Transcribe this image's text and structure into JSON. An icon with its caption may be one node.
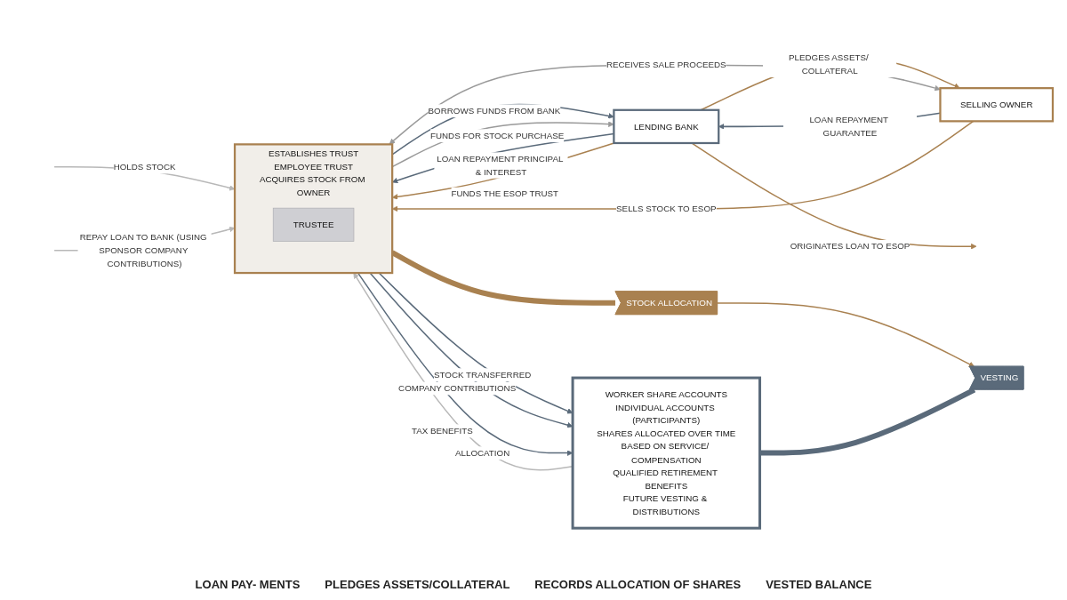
{
  "diagram": {
    "nodes": [
      {
        "text": [
          "LENDING BANK"
        ]
      },
      {
        "text": [
          "SELLING OWNER"
        ]
      },
      {
        "text": [
          "ESTABLISHES TRUST",
          "EMPLOYEE TRUST",
          "ACQUIRES STOCK FROM OWNER"
        ]
      },
      {
        "text": [
          "TRUSTEE"
        ],
        "in": 2
      },
      {
        "text": [
          "WORKER SHARE ACCOUNTS",
          "INDIVIDUAL ACCOUNTS (PARTICIPANTS)",
          "SHARES ALLOCATED OVER TIME",
          "BASED ON SERVICE/ COMPENSATION",
          "QUALIFIED RETIREMENT BENEFITS",
          "FUTURE VESTING & DISTRIBUTIONS"
        ]
      },
      {
        "text": [
          "STOCK ALLOCATION"
        ]
      },
      {
        "text": [
          "VESTING"
        ]
      }
    ],
    "edges": [
      {
        "from": 0,
        "to": 1,
        "arrow": "to",
        "label": "PLEDGES ASSETS/ COLLATERAL",
        "color": "#a98150"
      },
      {
        "from": 1,
        "to": 0,
        "arrow": "to",
        "label": "LOAN REPAYMENT GUARANTEE"
      },
      {
        "from": 0,
        "to": null,
        "arrow": "to",
        "label": "ORIGINATES LOAN TO ESOP",
        "color": "#a98150"
      },
      {
        "from": 2,
        "to": 0,
        "arrow": "to",
        "label": "BORROWS FUNDS FROM BANK"
      },
      {
        "from": 0,
        "to": 2,
        "arrow": "to",
        "label": "LOAN REPAYMENT PRINCIPAL & INTEREST"
      },
      {
        "from": 0,
        "to": 2,
        "arrow": "to",
        "label": "FUNDS THE ESOP TRUST",
        "color": "#a98150"
      },
      {
        "from": 2,
        "to": 0,
        "arrow": "to",
        "label": "FUNDS FOR STOCK PURCHASE",
        "color": "#9a9a9a"
      },
      {
        "from": 1,
        "to": 2,
        "arrow": "to",
        "label": "SELLS STOCK TO ESOP",
        "color": "#a98150"
      },
      {
        "from": 2,
        "to": 1,
        "arrow": "both",
        "label": "RECEIVES SALE PROCEEDS",
        "color": "#9a9a9a"
      },
      {
        "from": null,
        "to": 2,
        "arrow": "to",
        "label": "HOLDS STOCK",
        "color": "#b8b8b8"
      },
      {
        "from": null,
        "to": 2,
        "arrow": "to",
        "label": "REPAY LOAN TO BANK (USING SPONSOR COMPANY CONTRIBUTIONS)",
        "color": "#b8b8b8"
      },
      {
        "from": 2,
        "to": 4,
        "arrow": "to",
        "label": "STOCK TRANSFERRED"
      },
      {
        "from": 2,
        "to": 4,
        "arrow": "to",
        "label": "COMPANY CONTRIBUTIONS"
      },
      {
        "from": 4,
        "to": 2,
        "arrow": "to",
        "label": "TAX BENEFITS",
        "color": "#b8b8b8"
      },
      {
        "from": 2,
        "to": 4,
        "arrow": "to",
        "label": "ALLOCATION"
      },
      {
        "from": 2,
        "to": 5,
        "arrow": "none",
        "style": "thick",
        "color": "#a98150"
      },
      {
        "from": 5,
        "to": 6,
        "arrow": "to",
        "color": "#a98150"
      },
      {
        "from": 4,
        "to": 6,
        "arrow": "none",
        "style": "thick"
      }
    ],
    "labels": [
      "LOAN PAY- MENTS",
      "PLEDGES ASSETS/COLLATERAL",
      "RECORDS ALLOCATION OF SHARES",
      "VESTED BALANCE"
    ]
  }
}
